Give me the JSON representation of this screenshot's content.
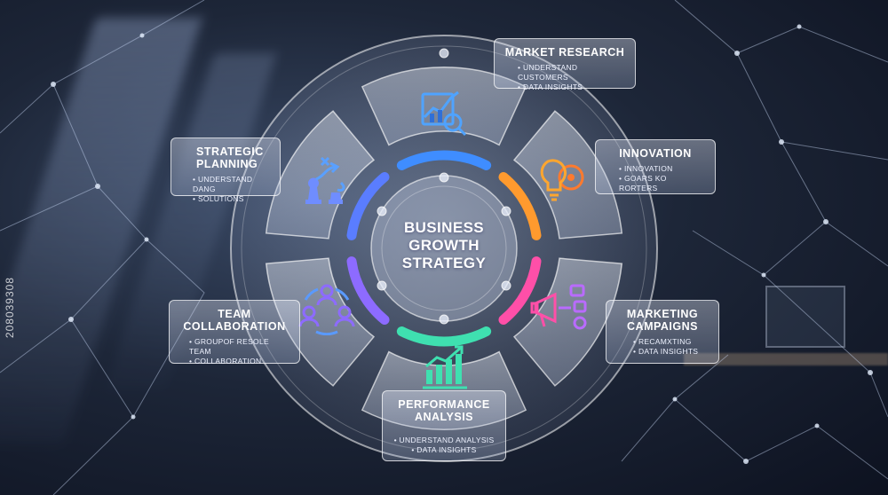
{
  "center": {
    "line1": "BUSINESS",
    "line2": "GROWTH",
    "line3": "STRATEGY"
  },
  "segments": [
    {
      "title": "MARKET RESEARCH",
      "bullets": [
        "UNDERSTAND CUSTOMERS",
        "DATA INSIGHTS"
      ],
      "icon": "chart-magnifier-icon",
      "color": "#4fa3ff"
    },
    {
      "title": "INNOVATION",
      "bullets": [
        "INNOVATION",
        "GOARS KO RORTERS"
      ],
      "icon": "lightbulb-gear-icon",
      "color": "#ff9a2e"
    },
    {
      "title_lines": [
        "MARKETING",
        "CAMPAIGNS"
      ],
      "bullets": [
        "RECAMXTING",
        "DATA INSIGHTS"
      ],
      "icon": "megaphone-icon",
      "color": "#ff4fa8"
    },
    {
      "title_lines": [
        "PERFORMANCE",
        "ANALYSIS"
      ],
      "bullets": [
        "UNDERSTAND ANALYSIS",
        "DATA INSIGHTS"
      ],
      "icon": "growth-chart-icon",
      "color": "#3fe0b0"
    },
    {
      "title_lines": [
        "TEAM",
        "COLLABORATION"
      ],
      "bullets": [
        "GROUPOF RESOLE TEAM",
        "COLLABORATION"
      ],
      "icon": "team-icon",
      "color": "#7d6bff"
    },
    {
      "title_lines": [
        "STRATEGIC",
        "PLANNING"
      ],
      "bullets": [
        "UNDERSTAND DANG",
        "SOLUTIONS"
      ],
      "icon": "chess-strategy-icon",
      "color": "#5aa0ff"
    }
  ],
  "watermark": "208039308"
}
